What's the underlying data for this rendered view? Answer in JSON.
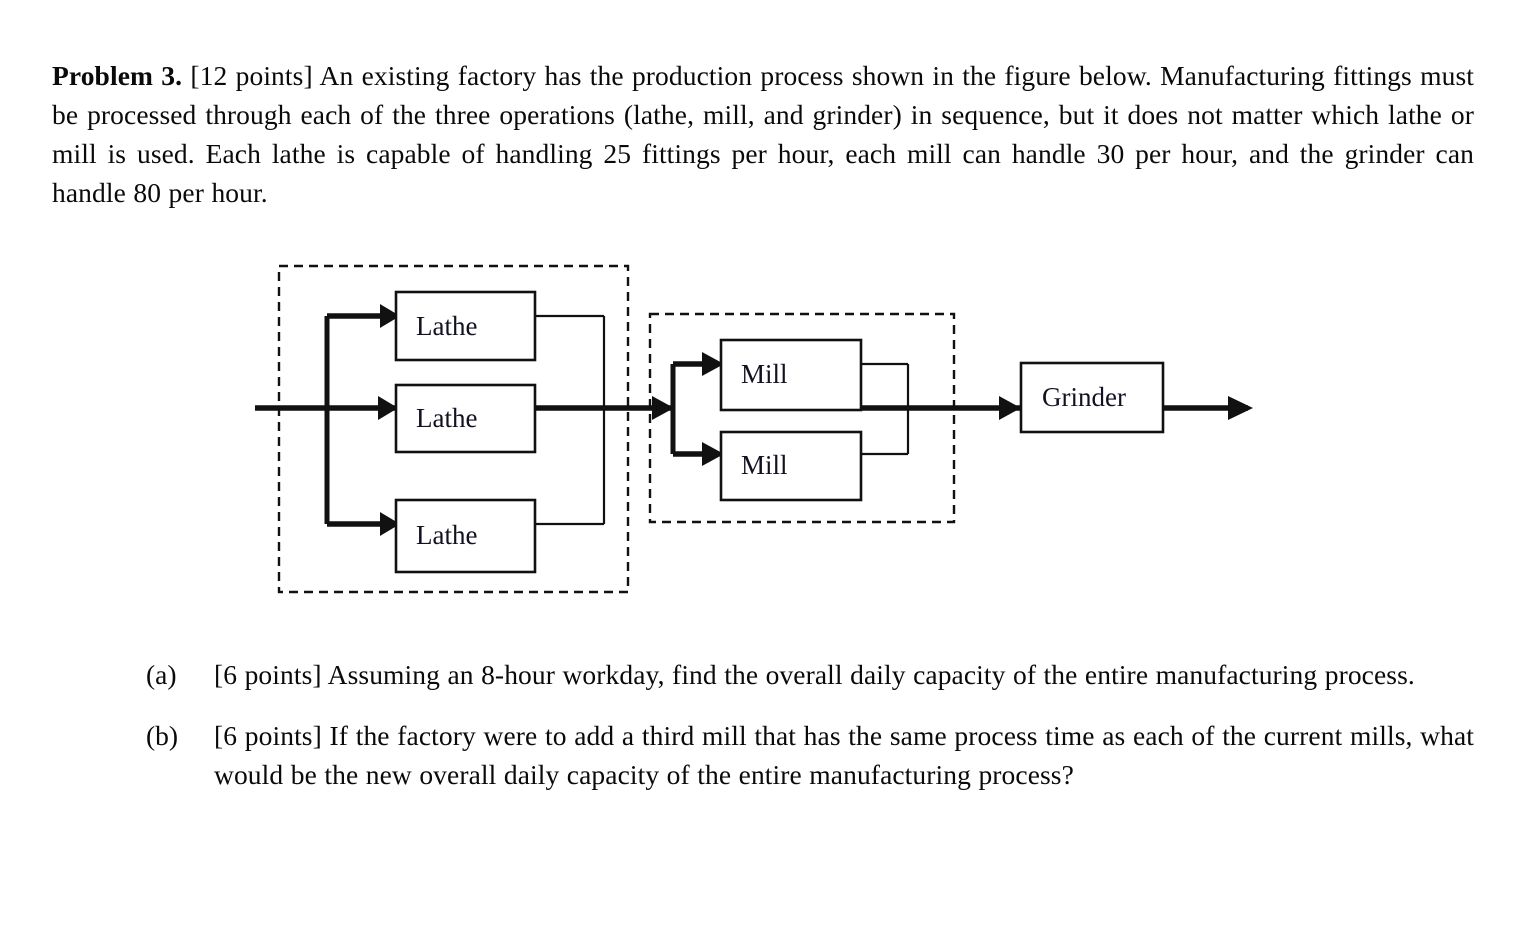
{
  "problem": {
    "lead": "Problem 3.",
    "points_tag": "[12 points]",
    "body": "An existing factory has the production process shown in the figure below. Manufacturing fittings must be processed through each of the three operations (lathe, mill, and grinder) in sequence, but it does not matter which lathe or mill is used. Each lathe is capable of handling 25 fittings per hour, each mill can handle 30 per hour, and the grinder can handle 80 per hour."
  },
  "figure": {
    "caption": "",
    "lathe_group": {
      "label": "lathe-stage",
      "machines": [
        {
          "label": "Lathe"
        },
        {
          "label": "Lathe"
        },
        {
          "label": "Lathe"
        }
      ]
    },
    "mill_group": {
      "label": "mill-stage",
      "machines": [
        {
          "label": "Mill"
        },
        {
          "label": "Mill"
        }
      ]
    },
    "grinder": {
      "label": "Grinder"
    },
    "colors": {
      "stroke": "#111111",
      "box_fill": "#ffffff",
      "group_dash": "#111111",
      "text": "#111122"
    }
  },
  "questions": [
    {
      "marker": "(a)",
      "text": "[6 points] Assuming an 8-hour workday, find the overall daily capacity of the entire manufacturing process."
    },
    {
      "marker": "(b)",
      "text": "[6 points] If the factory were to add a third mill that has the same process time as each of the current mills, what would be the new overall daily capacity of the entire manufacturing process?"
    }
  ]
}
